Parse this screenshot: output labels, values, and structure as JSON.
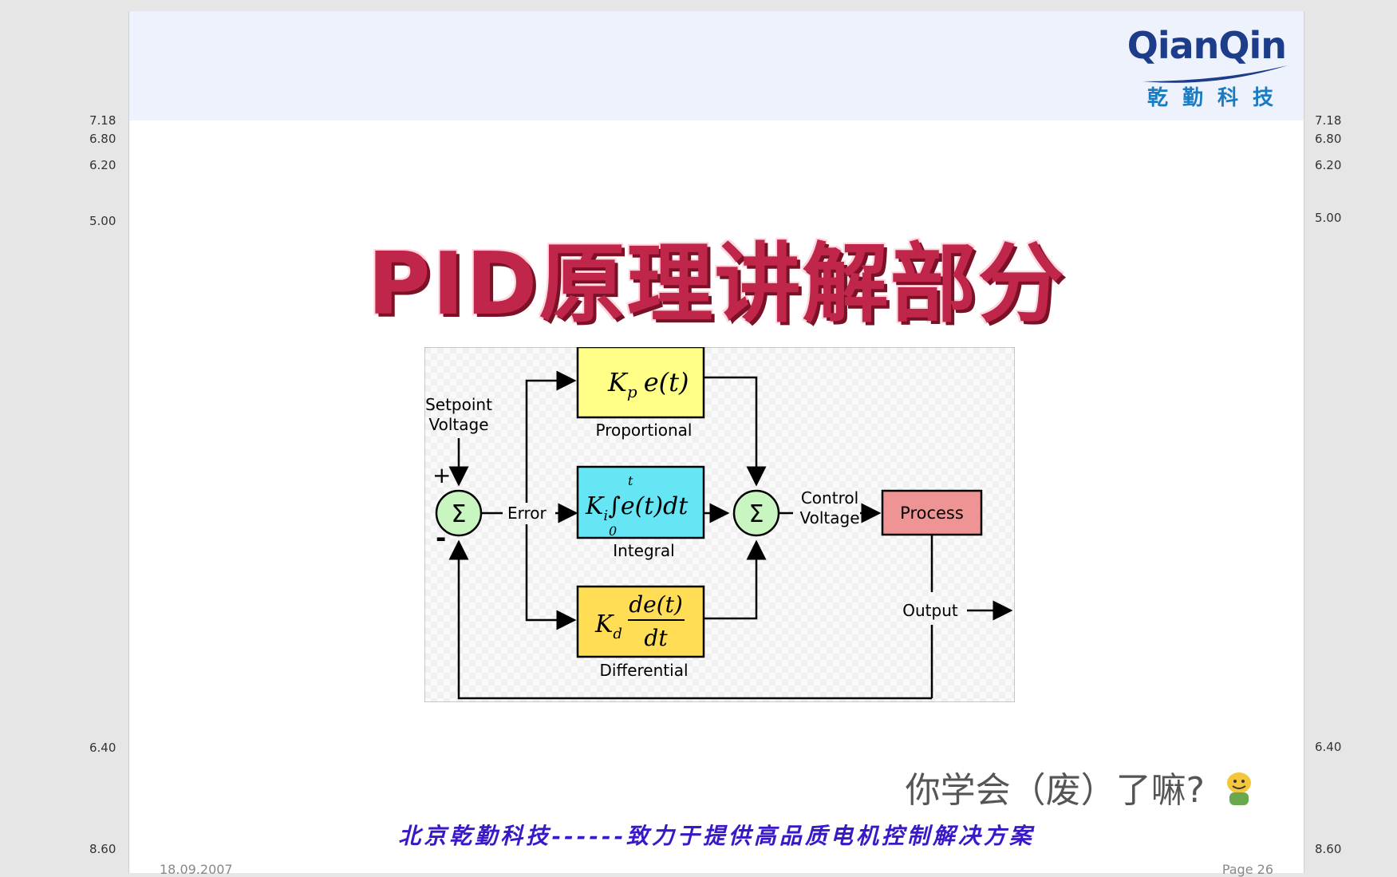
{
  "ruler_left": [
    "7.18",
    "6.80",
    "6.20",
    "5.00",
    "6.40",
    "8.60"
  ],
  "ruler_right": [
    "7.18",
    "6.80",
    "6.20",
    "5.00",
    "6.40",
    "8.60"
  ],
  "logo": {
    "text": "QianQin",
    "cn": "乾勤科技"
  },
  "title": "PID原理讲解部分",
  "diagram": {
    "setpoint": [
      "Setpoint",
      "Voltage"
    ],
    "plus": "+",
    "minus": "-",
    "sum_symbol": "Σ",
    "error": "Error",
    "proportional_label": "Proportional",
    "integral_label": "Integral",
    "differential_label": "Differential",
    "control_voltage": [
      "Control",
      "Voltage"
    ],
    "process": "Process",
    "output": "Output",
    "kp": "K",
    "kp_sub": "p",
    "kp_rest": "e(t)",
    "ki": "K",
    "ki_sub": "i",
    "ki_rest": "e(t)dt",
    "ki_upper": "t",
    "ki_lower": "0",
    "kd": "K",
    "kd_sub": "d",
    "kd_num": "de(t)",
    "kd_den": "dt",
    "colors": {
      "proportional": "#ffff88",
      "integral": "#66e6f4",
      "differential": "#ffdd55",
      "process": "#ee9494",
      "sum": "#c8f5c0"
    }
  },
  "question": "你学会（废）了嘛?",
  "slogan": "北京乾勤科技------致力于提供高品质电机控制解决方案",
  "footer_date": "18.09.2007",
  "footer_page": "Page 26"
}
